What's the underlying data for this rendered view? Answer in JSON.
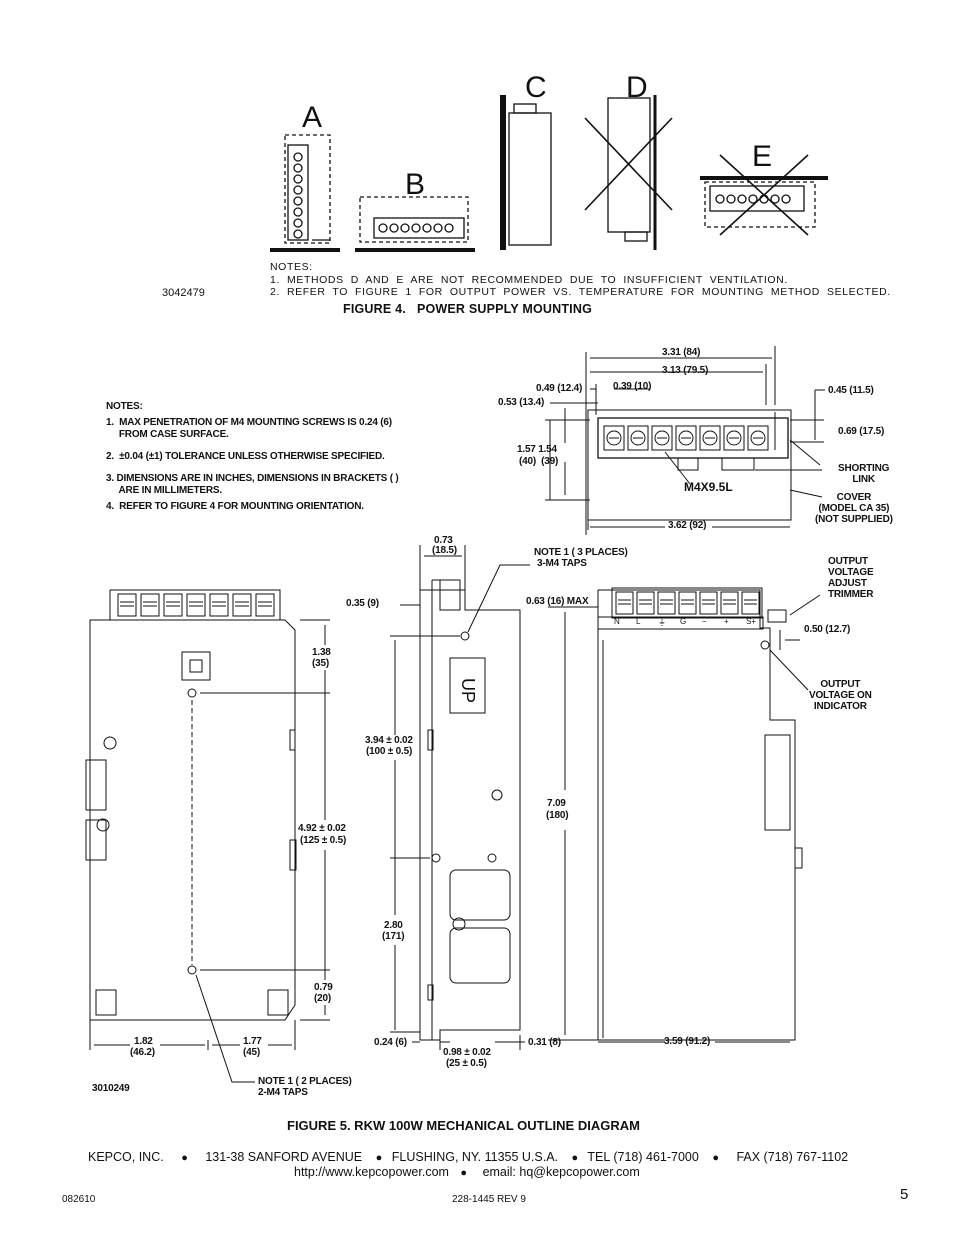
{
  "figure4": {
    "labels": [
      "A",
      "B",
      "C",
      "D",
      "E"
    ],
    "drawing_id": "3042479",
    "notes_title": "NOTES:",
    "notes": [
      "1.  METHODS  D  AND  E  ARE  NOT  RECOMMENDED  DUE  TO  INSUFFICIENT  VENTILATION.",
      "2.  REFER  TO  FIGURE  1  FOR  OUTPUT  POWER  VS.  TEMPERATURE  FOR  MOUNTING  METHOD  SELECTED."
    ],
    "caption": "FIGURE 4.   POWER SUPPLY MOUNTING"
  },
  "figure5": {
    "notes_title": "NOTES:",
    "notes": [
      "1.  MAX PENETRATION OF M4 MOUNTING SCREWS IS 0.24 (6)",
      "     FROM CASE SURFACE.",
      "2.  ±0.04 (±1) TOLERANCE UNLESS OTHERWISE SPECIFIED.",
      "3. DIMENSIONS ARE IN INCHES, DIMENSIONS IN BRACKETS ( )",
      "     ARE IN MILLIMETERS.",
      "4.  REFER TO FIGURE 4 FOR MOUNTING ORIENTATION."
    ],
    "top_view": {
      "dim_331": "3.31 (84)",
      "dim_313": "3.13 (79.5)",
      "dim_049": "0.49 (12.4)",
      "dim_039": "0.39 (10)",
      "dim_053": "0.53 (13.4)",
      "dim_045": "0.45 (11.5)",
      "dim_069": "0.69 (17.5)",
      "dim_157": "1.57 1.54",
      "dim_157mm": "(40)  (39)",
      "screw": "M4X9.5L",
      "shorting_link": "SHORTING\nLINK",
      "cover": "COVER\n(MODEL CA 35)\n(NOT SUPPLIED)",
      "dim_362": "3.62 (92)"
    },
    "front_view": {
      "dim_138": "1.38",
      "dim_138mm": "(35)",
      "dim_492": "4.92 ± 0.02",
      "dim_492mm": "(125 ± 0.5)",
      "dim_079": "0.79",
      "dim_079mm": "(20)",
      "dim_182": "1.82",
      "dim_182mm": "(46.2)",
      "dim_177": "1.77",
      "dim_177mm": "(45)",
      "drawing_id": "3010249",
      "note1_2": "NOTE 1 ( 2 PLACES)",
      "note1_2b": "2-M4 TAPS"
    },
    "side_view": {
      "dim_073": "0.73",
      "dim_073mm": "(18.5)",
      "note1_3": "NOTE 1 ( 3 PLACES)",
      "note1_3b": "3-M4 TAPS",
      "dim_035": "0.35 (9)",
      "up": "UP",
      "dim_394": "3.94 ± 0.02",
      "dim_394mm": "(100 ± 0.5)",
      "dim_280": "2.80",
      "dim_280mm": "(171)",
      "dim_024": "0.24 (6)",
      "dim_098": "0.98 ± 0.02",
      "dim_098mm": "(25 ± 0.5)",
      "dim_031": "0.31 (8)"
    },
    "right_view": {
      "dim_063": "0.63 (16) MAX",
      "trimmer": "OUTPUT\nVOLTAGE\nADJUST\nTRIMMER",
      "dim_050": "0.50 (12.7)",
      "indicator": "OUTPUT\nVOLTAGE ON\nINDICATOR",
      "dim_709": "7.09",
      "dim_709mm": "(180)",
      "dim_359": "3.59 (91.2)",
      "terminals": [
        "N",
        "L",
        "⏚",
        "G",
        "−",
        "+",
        "S+"
      ]
    },
    "caption": "FIGURE 5.  RKW 100W MECHANICAL OUTLINE DIAGRAM"
  },
  "footer": {
    "company": "KEPCO, INC.",
    "address": "131-38 SANFORD AVENUE",
    "city": "FLUSHING, NY. 11355 U.S.A.",
    "tel": "TEL (718) 461-7000",
    "fax": "FAX (718) 767-1102",
    "web": "http://www.kepcopower.com",
    "email": "email: hq@kepcopower.com",
    "bullet": "●",
    "date_code": "082610",
    "doc_number": "228-1445 REV 9",
    "page": "5"
  }
}
